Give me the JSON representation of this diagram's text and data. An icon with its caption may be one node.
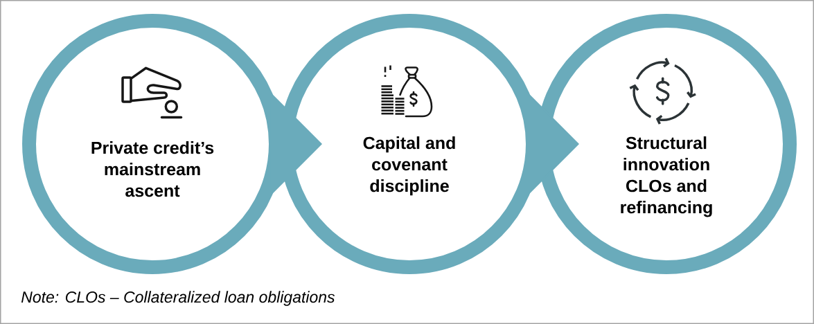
{
  "diagram": {
    "nodes": [
      {
        "text": [
          "Private credit’s mainstream ascent"
        ]
      },
      {
        "text": [
          "Capital and covenant discipline"
        ]
      },
      {
        "text": [
          "Structural innovation CLOs and refinancing"
        ]
      }
    ],
    "edges": [
      {
        "from": 0,
        "to": 1,
        "arrow": "to"
      },
      {
        "from": 1,
        "to": 2,
        "arrow": "to"
      }
    ],
    "labels": [
      "Note: CLOs – Collateralized loan obligations"
    ]
  }
}
